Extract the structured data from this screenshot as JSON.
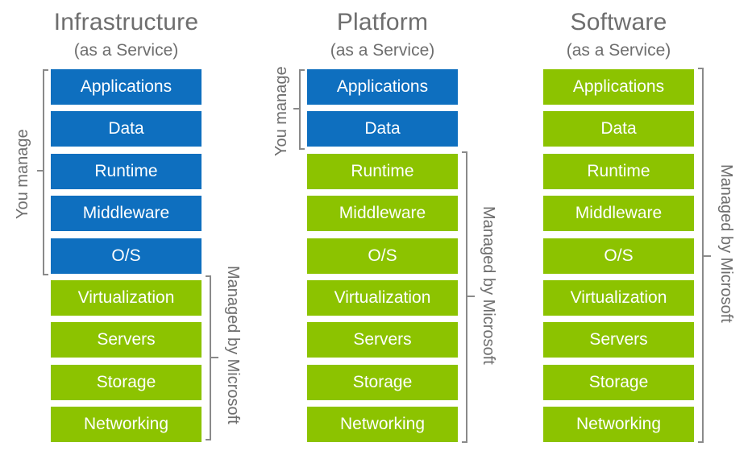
{
  "colors": {
    "you_manage": "#0e6fbf",
    "managed_by_vendor": "#8cc300",
    "bracket": "#8a8a8a",
    "text": "#6e6e6e"
  },
  "columns": [
    {
      "title": "Infrastructure",
      "subtitle": "(as a Service)",
      "you_manage_label": "You manage",
      "managed_label": "Managed by Microsoft",
      "layers": [
        {
          "label": "Applications",
          "owner": "you"
        },
        {
          "label": "Data",
          "owner": "you"
        },
        {
          "label": "Runtime",
          "owner": "you"
        },
        {
          "label": "Middleware",
          "owner": "you"
        },
        {
          "label": "O/S",
          "owner": "you"
        },
        {
          "label": "Virtualization",
          "owner": "microsoft"
        },
        {
          "label": "Servers",
          "owner": "microsoft"
        },
        {
          "label": "Storage",
          "owner": "microsoft"
        },
        {
          "label": "Networking",
          "owner": "microsoft"
        }
      ]
    },
    {
      "title": "Platform",
      "subtitle": "(as a Service)",
      "you_manage_label": "You manage",
      "managed_label": "Managed by Microsoft",
      "layers": [
        {
          "label": "Applications",
          "owner": "you"
        },
        {
          "label": "Data",
          "owner": "you"
        },
        {
          "label": "Runtime",
          "owner": "microsoft"
        },
        {
          "label": "Middleware",
          "owner": "microsoft"
        },
        {
          "label": "O/S",
          "owner": "microsoft"
        },
        {
          "label": "Virtualization",
          "owner": "microsoft"
        },
        {
          "label": "Servers",
          "owner": "microsoft"
        },
        {
          "label": "Storage",
          "owner": "microsoft"
        },
        {
          "label": "Networking",
          "owner": "microsoft"
        }
      ]
    },
    {
      "title": "Software",
      "subtitle": "(as a Service)",
      "managed_label": "Managed by Microsoft",
      "layers": [
        {
          "label": "Applications",
          "owner": "microsoft"
        },
        {
          "label": "Data",
          "owner": "microsoft"
        },
        {
          "label": "Runtime",
          "owner": "microsoft"
        },
        {
          "label": "Middleware",
          "owner": "microsoft"
        },
        {
          "label": "O/S",
          "owner": "microsoft"
        },
        {
          "label": "Virtualization",
          "owner": "microsoft"
        },
        {
          "label": "Servers",
          "owner": "microsoft"
        },
        {
          "label": "Storage",
          "owner": "microsoft"
        },
        {
          "label": "Networking",
          "owner": "microsoft"
        }
      ]
    }
  ]
}
